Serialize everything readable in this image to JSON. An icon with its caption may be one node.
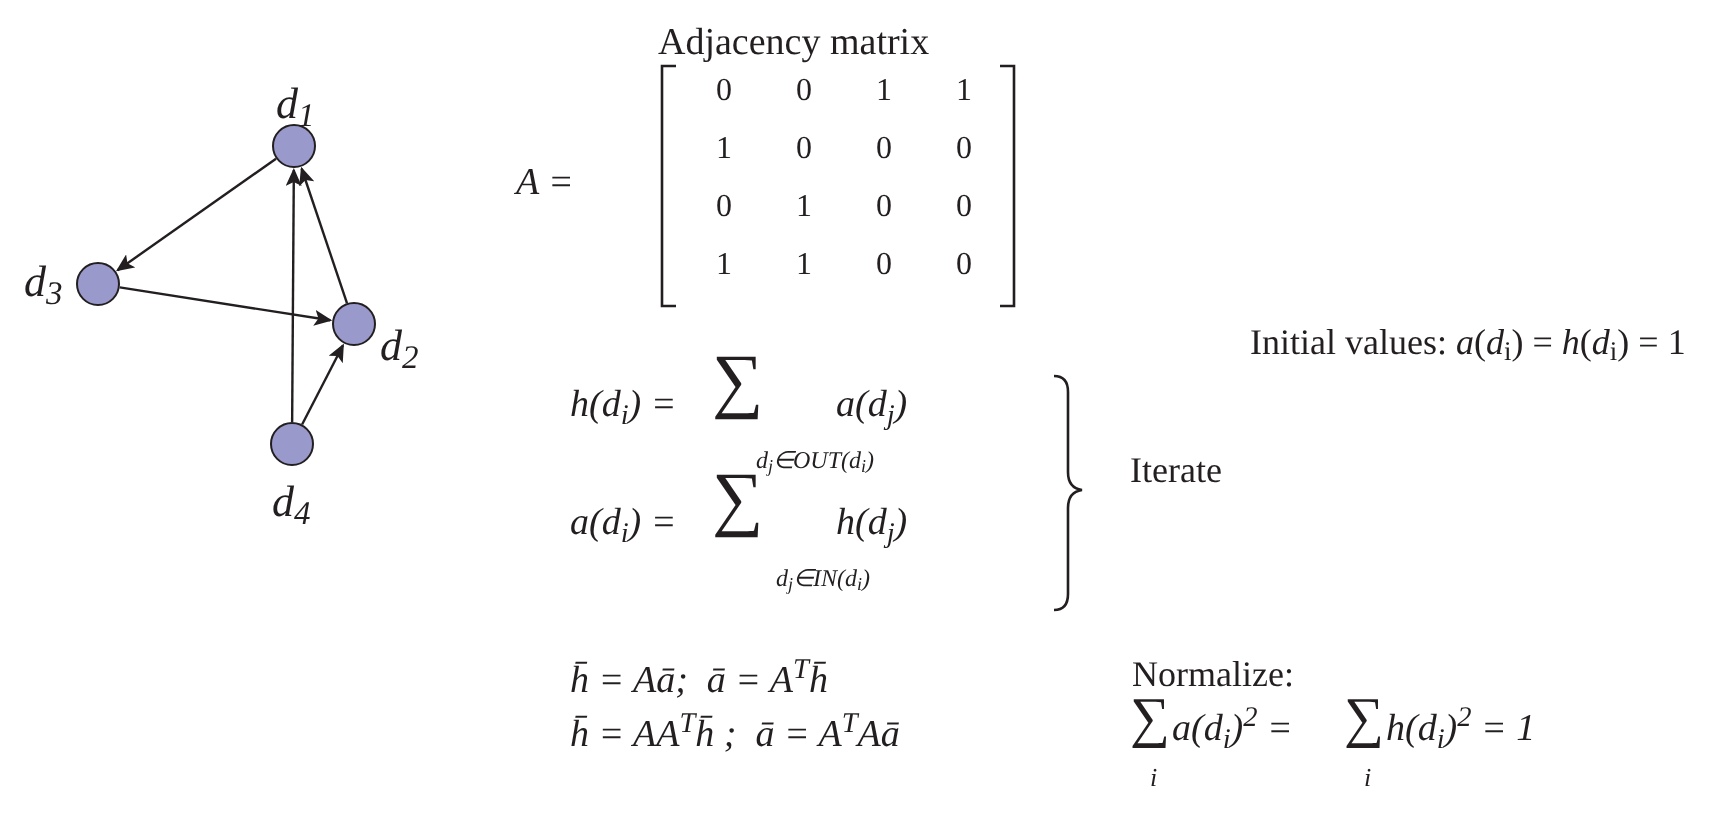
{
  "diagram": {
    "nodes": [
      {
        "text": [],
        "shape": "circle",
        "beside": [
          "d$_{1}$"
        ]
      },
      {
        "text": [],
        "shape": "circle",
        "beside": [
          "d$_{3}$"
        ]
      },
      {
        "text": [],
        "shape": "circle",
        "beside": [
          "d$_{2}$"
        ]
      },
      {
        "text": [],
        "shape": "circle",
        "beside": [
          "d$_{4}$"
        ]
      }
    ],
    "edges": [
      {
        "from": 0,
        "to": 1,
        "arrow": "to"
      },
      {
        "from": 1,
        "to": 2,
        "arrow": "to"
      },
      {
        "from": 3,
        "to": 0,
        "arrow": "to"
      },
      {
        "from": 3,
        "to": 2,
        "arrow": "to"
      },
      {
        "from": 2,
        "to": 0,
        "arrow": "to"
      }
    ],
    "labels": [
      "Adjacency matrix",
      "A =",
      "0",
      "0",
      "1",
      "1",
      "1",
      "0",
      "0",
      "0",
      "0",
      "1",
      "0",
      "0",
      "1",
      "1",
      "0",
      "0",
      "Initial values: *a*(*d*$_{i}$) = *h*(*d*$_{i}$) = 1",
      "h(d$_{i}$) =",
      "∑",
      "d$_{j}$∈OUT(d$_{i}$)",
      "a(d$_{j}$)",
      "a(d$_{i}$) =",
      "∑",
      "d$_{j}$∈IN(d$_{i}$)",
      "h(d$_{j}$)",
      "Iterate",
      "h̄ = Aā;  ā = A$^{T}$h̄",
      "h̄ = AA$^{T}$h̄ ;  ā = A$^{T}$Aā",
      "Normalize:",
      "∑",
      "i",
      "a(d$_{i}$)$^{2}$ =",
      "∑",
      "i",
      "h(d$_{i}$)$^{2}$ = 1"
    ]
  }
}
